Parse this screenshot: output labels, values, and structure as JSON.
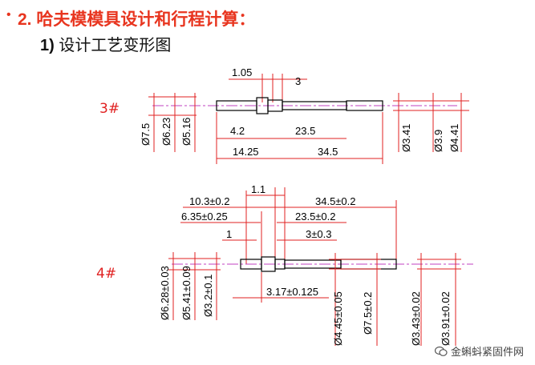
{
  "heading": {
    "bullet": "•",
    "text": "2. 哈夫模模具设计和行程计算："
  },
  "subheading": {
    "number": "1)",
    "text": "设计工艺变形图"
  },
  "part3": {
    "label": "3#",
    "dims": {
      "top_left": "1.05",
      "top_right": "3",
      "d1": "Ø7.5",
      "d2": "Ø6.23",
      "d3": "Ø5.16",
      "len_a": "4.2",
      "len_b": "23.5",
      "len_c": "14.25",
      "len_d": "34.5",
      "d4": "Ø3.41",
      "d5": "Ø3.9",
      "d6": "Ø4.41"
    }
  },
  "part4": {
    "label": "4#",
    "dims": {
      "t1": "1.1",
      "t2": "10.3±0.2",
      "t3": "34.5±0.2",
      "t4": "6.35±0.25",
      "t5": "23.5±0.2",
      "t6": "1",
      "t7": "3±0.3",
      "b1": "3.17±0.125",
      "d1": "Ø6.28±0.03",
      "d2": "Ø5.41±0.09",
      "d3": "Ø3.2±0.1",
      "d4": "Ø4.45±0.05",
      "d5": "Ø7.5±0.2",
      "d6": "Ø3.43±0.02",
      "d7": "Ø3.91±0.02"
    }
  },
  "watermark": {
    "text": "金蝌蚪紧固件网"
  },
  "colors": {
    "heading": "#e8351f",
    "dimline": "#e02020",
    "centerline": "#c040c0",
    "outline": "#000000"
  }
}
